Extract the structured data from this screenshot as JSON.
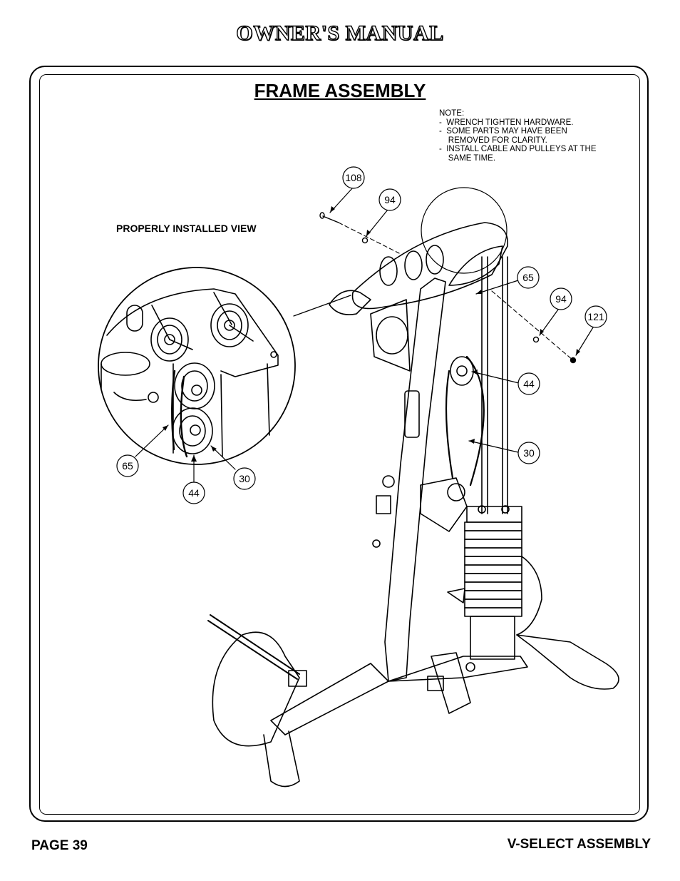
{
  "header": {
    "title": "OWNER'S MANUAL"
  },
  "section": {
    "title": "FRAME ASSEMBLY"
  },
  "note": {
    "lines": [
      "NOTE:",
      "-  WRENCH TIGHTEN HARDWARE.",
      "-  SOME PARTS MAY HAVE BEEN",
      "    REMOVED FOR CLARITY.",
      "-  INSTALL CABLE AND PULLEYS AT THE",
      "    SAME TIME."
    ]
  },
  "detail_view": {
    "label": "PROPERLY INSTALLED VIEW"
  },
  "callouts": {
    "c108": "108",
    "c94_top": "94",
    "c65_main": "65",
    "c94_right": "94",
    "c121": "121",
    "c44_main": "44",
    "c30_main": "30",
    "c65_detail": "65",
    "c44_detail": "44",
    "c30_detail": "30"
  },
  "footer": {
    "page": "PAGE 39",
    "section": "V-SELECT ASSEMBLY"
  }
}
